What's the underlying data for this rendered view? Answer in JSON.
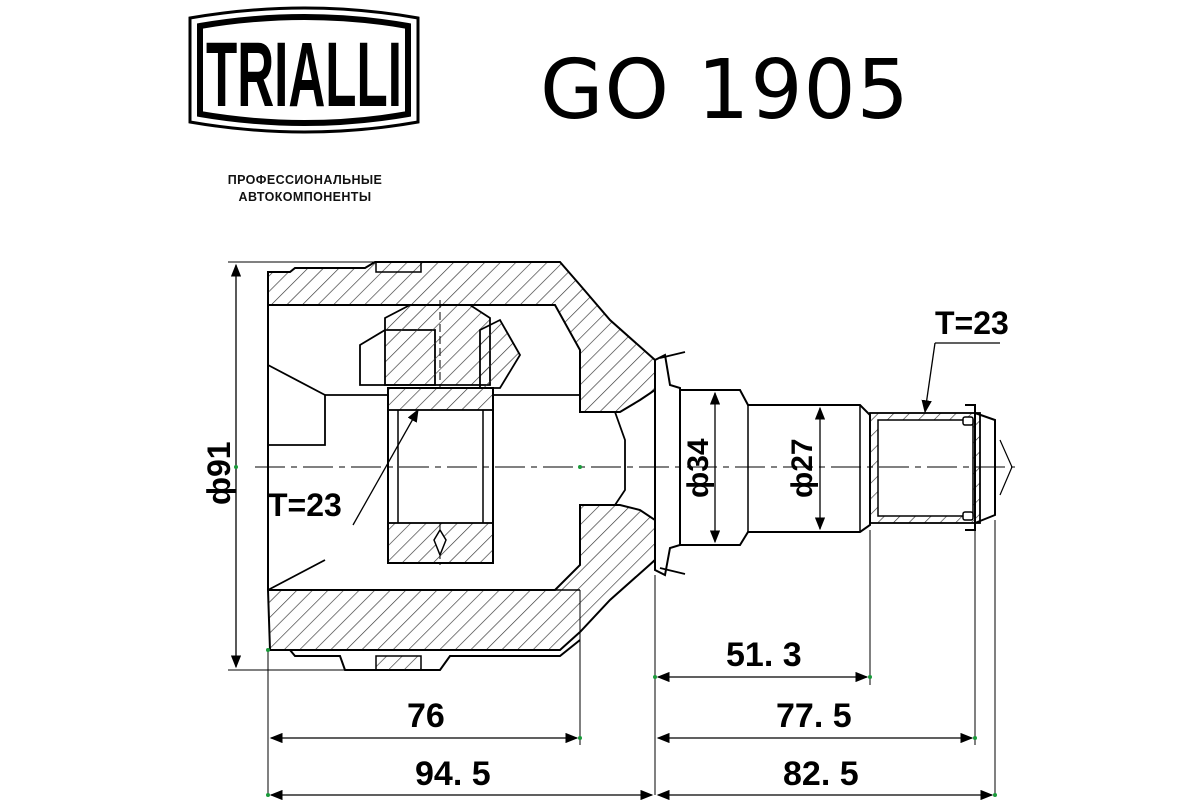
{
  "brand": {
    "logo_text": "TRIALLI",
    "tagline_line1": "ПРОФЕССИОНАЛЬНЫЕ",
    "tagline_line2": "АВТОКОМПОНЕНТЫ"
  },
  "part_number": "GO 1905",
  "dimensions": {
    "outer_diameter": "ф91",
    "inner_spline_teeth": "T=23",
    "outer_spline_teeth": "T=23",
    "shaft_diameter_1": "ф34",
    "shaft_diameter_2": "ф27",
    "length_51_3": "51. 3",
    "length_76": "76",
    "length_77_5": "77. 5",
    "length_94_5": "94. 5",
    "length_82_5": "82. 5"
  },
  "colors": {
    "line": "#000000",
    "hatch": "#333333",
    "accent_marks": "#1a9a3a"
  }
}
